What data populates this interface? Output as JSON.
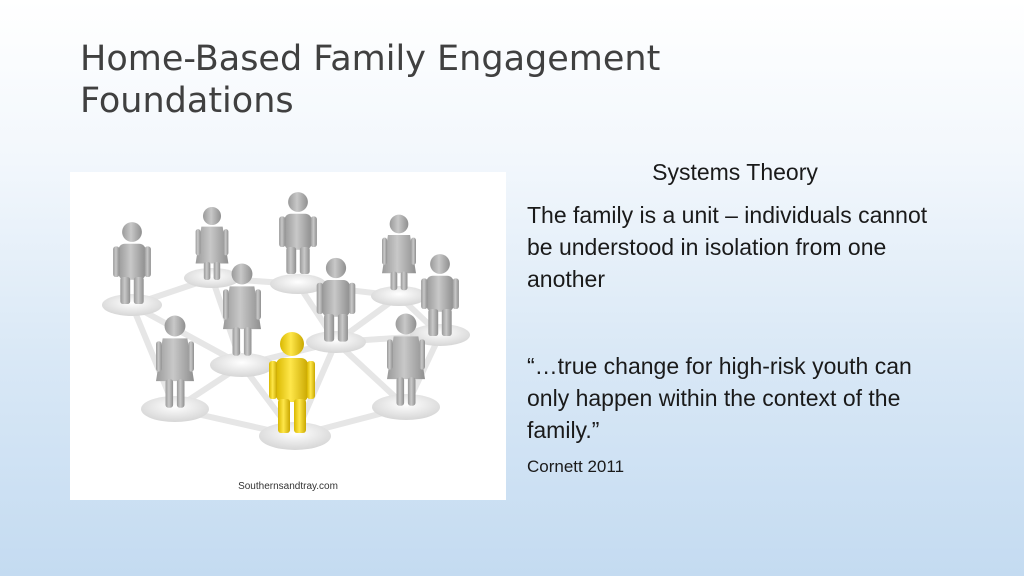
{
  "slide": {
    "title_line1": "Home-Based Family Engagement",
    "title_line2": "Foundations",
    "image_credit": "Southernsandtray.com",
    "heading": "Systems Theory",
    "paragraph1": "The family is a unit – individuals cannot be understood in isolation from one another",
    "quote": "“…true change for high-risk youth can only happen within the context of the family.”",
    "citation": "Cornett 2011"
  },
  "colors": {
    "figure_gray": "#b8b8b8",
    "highlight_figure": "#f5d400",
    "network_lines": "#e4e4e4",
    "title_text": "#404040"
  }
}
